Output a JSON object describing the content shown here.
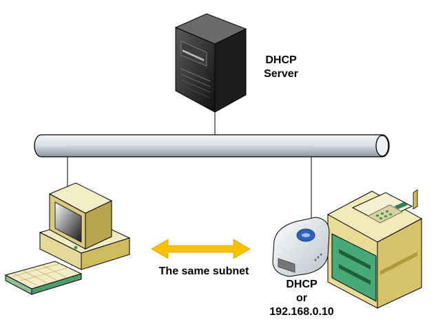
{
  "labels": {
    "server_line1": "DHCP",
    "server_line2": "Server",
    "subnet": "The same subnet",
    "device_line1": "DHCP",
    "device_line2": "or",
    "device_line3": "192.168.0.10"
  },
  "icons": {
    "server": "tower-server-icon",
    "bus": "network-bus-cable",
    "pc": "desktop-computer-icon",
    "adapter": "network-print-server-icon",
    "printer": "multifunction-printer-icon",
    "arrow": "double-arrow-icon"
  },
  "colors": {
    "arrow": "#f7c300",
    "bus": "#dde3ea",
    "server_body": "#2b2b2b",
    "pc_body": "#e7dfab",
    "printer_body": "#ede3a6",
    "printer_panel": "#49a877"
  }
}
